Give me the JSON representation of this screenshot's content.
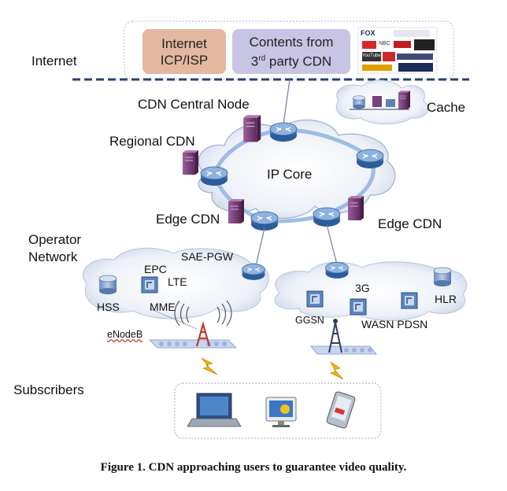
{
  "labels": {
    "internet": "Internet",
    "icp_line1": "Internet",
    "icp_line2": "ICP/ISP",
    "contents_line1": "Contents from",
    "contents_line2_pre": "3",
    "contents_line2_sup": "rd",
    "contents_line2_post": " party CDN",
    "cache": "Cache",
    "cdn_central_node": "CDN Central Node",
    "regional_cdn": "Regional CDN",
    "ip_core": "IP Core",
    "edge_cdn_left": "Edge CDN",
    "edge_cdn_right": "Edge CDN",
    "operator_line1": "Operator",
    "operator_line2": "Network",
    "sae_pgw": "SAE-PGW",
    "epc": "EPC",
    "lte": "LTE",
    "hss": "HSS",
    "mme": "MME",
    "enodeb": "eNodeB",
    "threeg": "3G",
    "hlr": "HLR",
    "ggsn": "GGSN",
    "wasn_pdsn": "WASN PDSN",
    "subscribers": "Subscribers"
  },
  "logos": {
    "fox": "FOX",
    "nbc": "NBC",
    "youtube": "YouTube"
  },
  "caption": "Figure 1. CDN approaching users to guarantee video quality.",
  "colors": {
    "icp_box": "#e3b7a0",
    "contents_box": "#c8c4e4",
    "cloud_fill": "#eef1f8",
    "router": "#3a6fb0",
    "server": "#7a3f7a",
    "dashed_line": "#2c3e6e",
    "lightning": "#f0b400"
  }
}
